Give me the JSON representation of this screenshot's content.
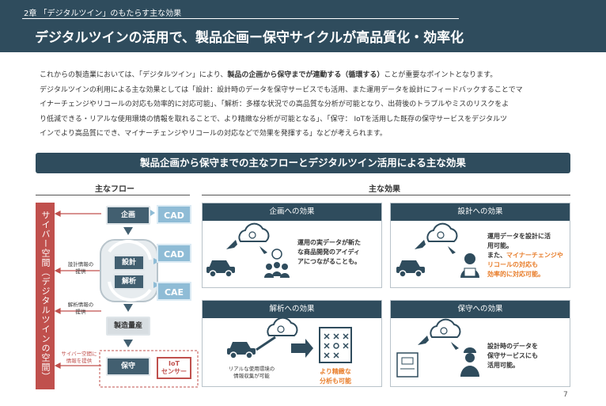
{
  "header": {
    "chapter": "2章 「デジタルツイン」のもたらす主な効果",
    "title": "デジタルツインの活用で、製品企画ー保守サイクルが高品質化・効率化"
  },
  "intro": {
    "p1_a": "これからの製造業においては、「デジタルツイン」により、",
    "p1_b": "製品の企画から保守までが連動する（循環する）",
    "p1_c": "ことが重要なポイントとなります。",
    "line2": "デジタルツインの利用による主な効果としては「設計：設計時のデータを保守サービスでも活用、また運用データを設計にフィードバックすることでマ",
    "line3": "イナーチェンジやリコールの対応も効率的に対応可能」、「解析：多様な状況での高品質な分析が可能となり、出荷後のトラブルやミスのリスクをよ",
    "line4": "り低減できる・リアルな使用環境の情報を取れることで、より精緻な分析が可能となる」、「保守： IoTを活用した既存の保守サービスをデジタルツ",
    "line5": "インでより高品質にでき、マイナーチェンジやリコールの対応などで効果を発揮する」などが考えられます。"
  },
  "banner": "製品企画から保守までの主なフローとデジタルツイン活用による主な効果",
  "flow": {
    "heading": "主なフロー",
    "cyber_label": "サイバー空間（デジタルツインの空間）",
    "planning": "企画",
    "design": "設計",
    "analysis": "解析",
    "manufacturing": "製造量産",
    "maintenance": "保守",
    "tool_cad1": "CAD",
    "tool_cad2": "CAD",
    "tool_cae": "CAE",
    "tool_iot_1": "IoT",
    "tool_iot_2": "センサー",
    "ann_design_1": "設計情報の",
    "ann_design_2": "提供",
    "ann_analysis_1": "解析情報の",
    "ann_analysis_2": "提供",
    "ann_cyber_1": "サイバー空間に",
    "ann_cyber_2": "情報を提供"
  },
  "effects": {
    "heading": "主な効果",
    "planning": {
      "title": "企画への効果",
      "text": [
        "運用の実データが新た",
        "な商品開発のアイディ",
        "アにつながることも。"
      ]
    },
    "design": {
      "title": "設計への効果",
      "line1": "運用データを設計に活",
      "line2": "用可能。",
      "line3_a": "また、",
      "line3_b": "マイナーチェンジや",
      "line4": "リコールの対応も",
      "line5": "効率的に対応可能。"
    },
    "analysis": {
      "title": "解析への効果",
      "caption": [
        "リアルな使用環境の",
        "情報収集が可能"
      ],
      "text": [
        "より精緻な",
        "分析も可能"
      ]
    },
    "maintenance": {
      "title": "保守への効果",
      "text": [
        "設計時のデータを",
        "保守サービスにも",
        "活用可能。"
      ]
    }
  },
  "page_number": "7",
  "colors": {
    "navy": "#2f4c5d",
    "red": "#c0504d",
    "light_blue": "#8fbcd6",
    "orange": "#e87d2a"
  }
}
